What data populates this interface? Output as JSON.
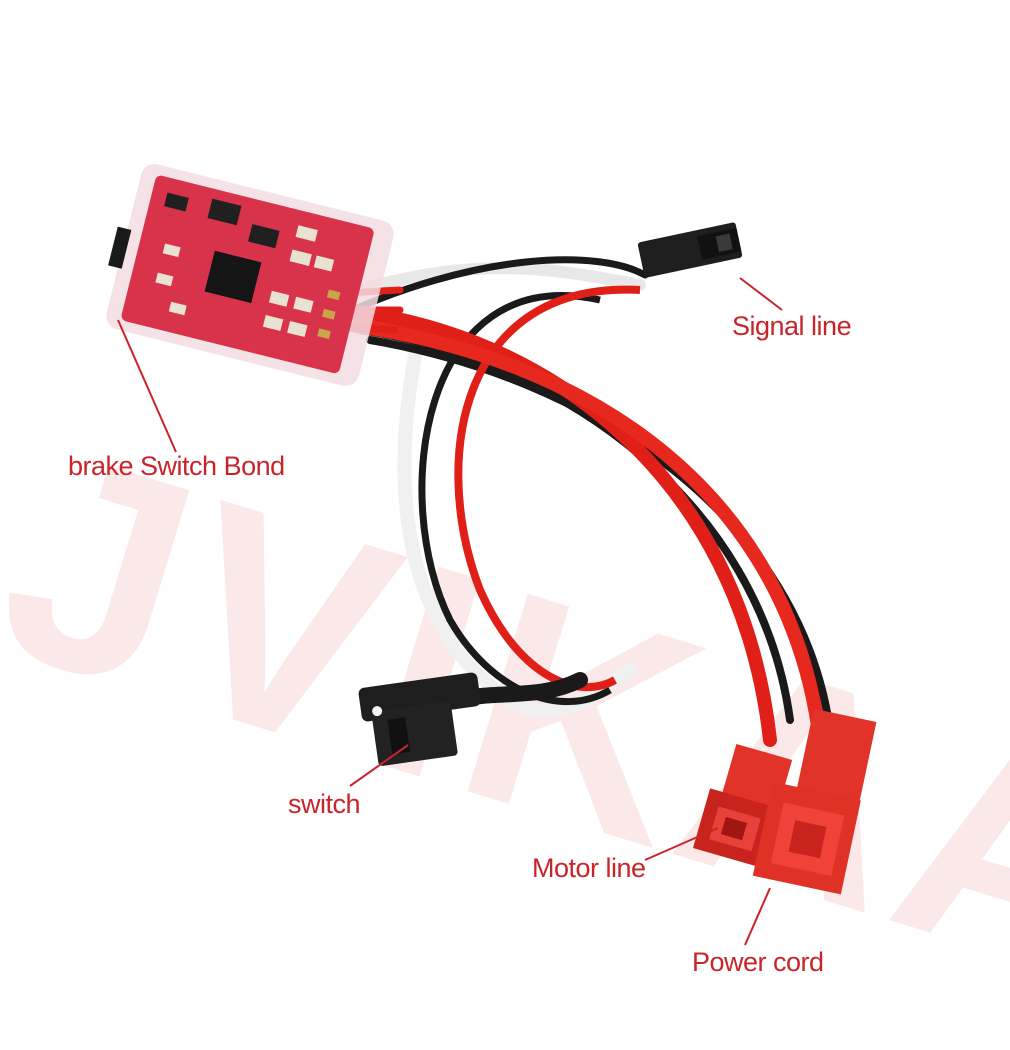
{
  "watermark": "JVIKAA",
  "labels": {
    "signal_line": "Signal line",
    "brake_switch": "brake Switch Bond",
    "switch": "switch",
    "motor_line": "Motor line",
    "power_cord": "Power cord"
  },
  "colors": {
    "label": "#c8252b",
    "pcb": "#d8334a",
    "wire_red": "#e02018",
    "wire_black": "#1a1a1a",
    "connector_red": "#e2332b"
  }
}
